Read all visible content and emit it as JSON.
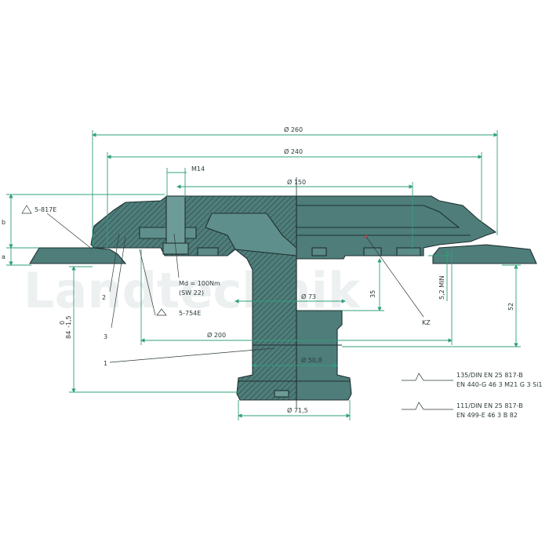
{
  "colors": {
    "part": "#4e7d7a",
    "part_dark": "#3b6664",
    "dimension": "#2fa07a",
    "text": "#2c3a3a",
    "watermark": "#e3e8e8"
  },
  "watermark": "Landtechnik",
  "dimensions": {
    "d260": "Ø 260",
    "d240": "Ø 240",
    "d150": "Ø 150",
    "m14": "M14",
    "d73": "Ø 73",
    "d200": "Ø 200",
    "d508": "Ø 50,8",
    "d715": "Ø 71,5",
    "h35": "35",
    "h52": "52",
    "min52": "5,2 MIN",
    "h84": "84",
    "tol_upper": "0",
    "tol_lower": "-1,5",
    "b": "b",
    "a": "a"
  },
  "labels": {
    "weld_top": "5-817E",
    "weld_bottom": "5-754E",
    "torque": "Md = 100Nm",
    "wrench": "(SW 22)",
    "kz": "KZ",
    "part1": "1",
    "part2": "2",
    "part3": "3"
  },
  "spec_notes": [
    {
      "line1": "135/DIN EN 25 817-B",
      "line2": "EN 440-G 46 3 M21 G 3 Si1"
    },
    {
      "line1": "111/DIN EN 25 817-B",
      "line2": "EN 499-E 46 3 B 82"
    }
  ]
}
